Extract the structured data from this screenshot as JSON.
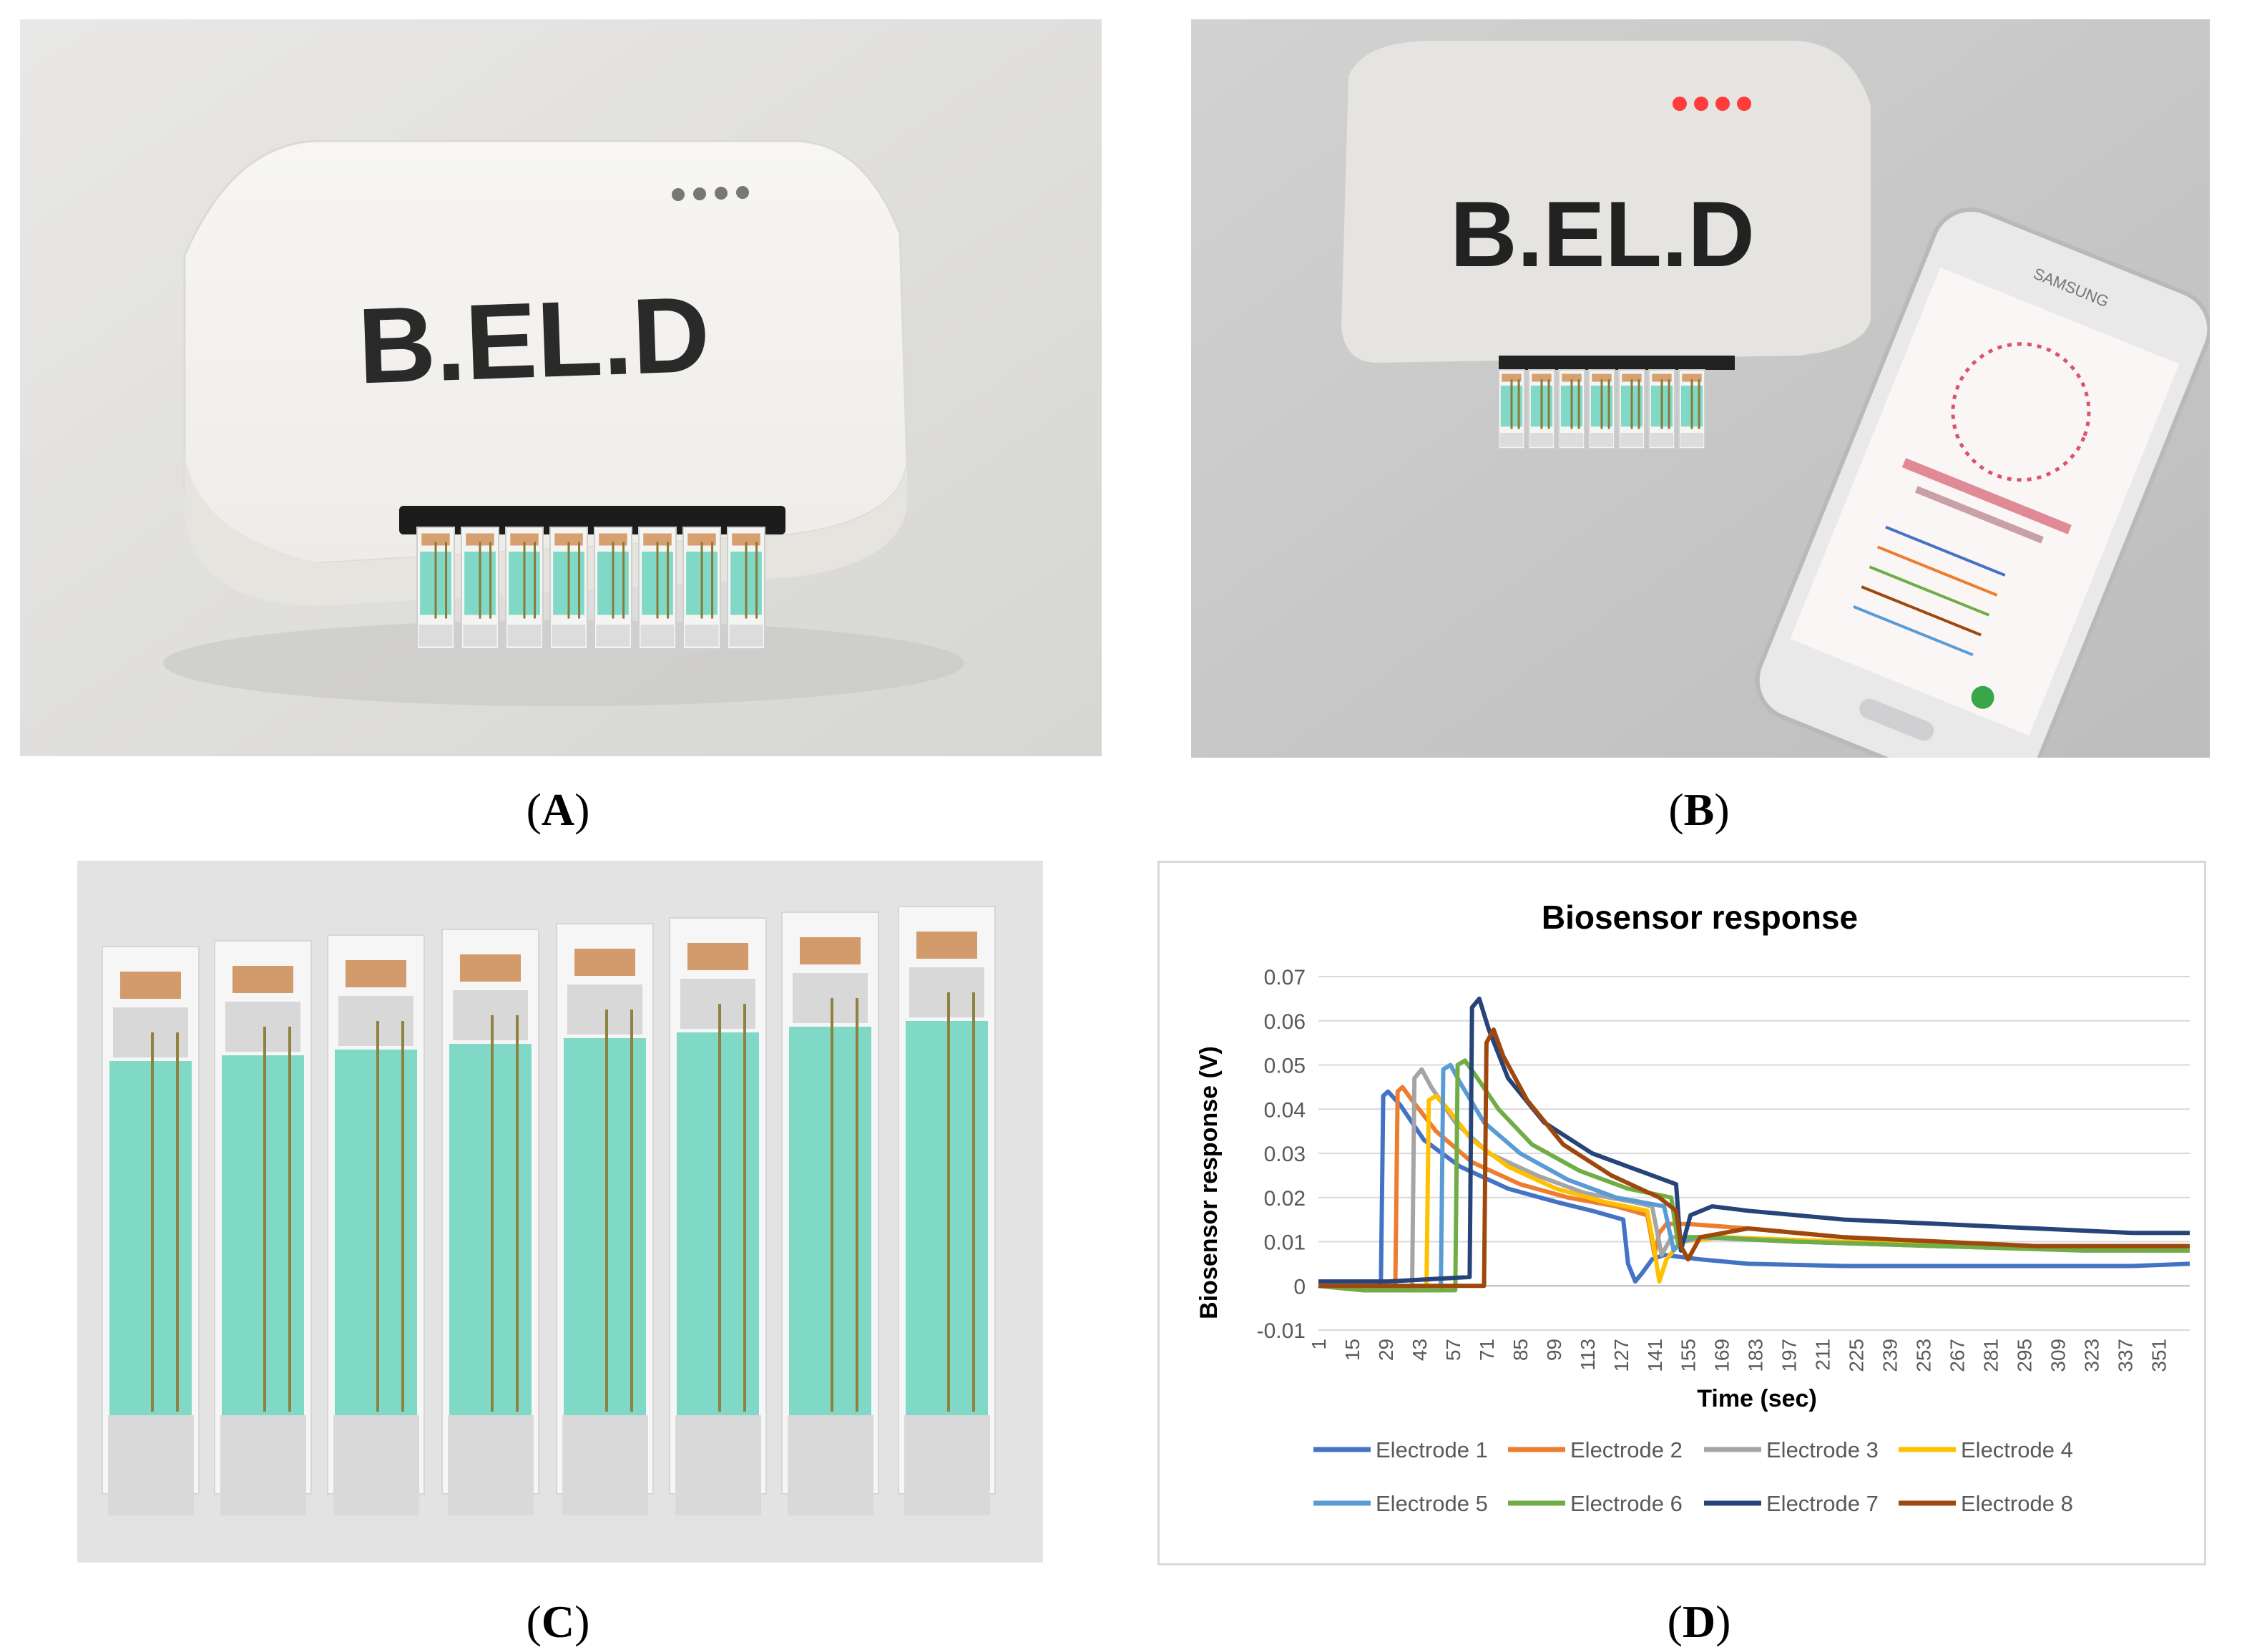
{
  "panels": {
    "a": {
      "label_open": "(",
      "label_letter": "A",
      "label_close": ")",
      "device_text": "B.EL.D"
    },
    "b": {
      "label_open": "(",
      "label_letter": "B",
      "label_close": ")",
      "device_text": "B.EL.D",
      "phone_brand": "SAMSUNG"
    },
    "c": {
      "label_open": "(",
      "label_letter": "C",
      "label_close": ")"
    },
    "d": {
      "label_open": "(",
      "label_letter": "D",
      "label_close": ")"
    }
  },
  "colors": {
    "electrode_1": "#4472c4",
    "electrode_2": "#ed7d31",
    "electrode_3": "#a5a5a5",
    "electrode_4": "#ffc000",
    "electrode_5": "#5b9bd5",
    "electrode_6": "#70ad47",
    "electrode_7": "#264478",
    "electrode_8": "#9e480e",
    "strip_teal": "#7fd9c6",
    "device_white": "#f0eeea"
  },
  "chart_data": {
    "type": "line",
    "title": "Biosensor response",
    "xlabel": "Time (sec)",
    "ylabel": "Biosensor response (V)",
    "ylim": [
      -0.01,
      0.07
    ],
    "yticks": [
      "0.07",
      "0.06",
      "0.05",
      "0.04",
      "0.03",
      "0.02",
      "0.01",
      "0",
      "-0.01"
    ],
    "xticks": [
      "1",
      "15",
      "29",
      "43",
      "57",
      "71",
      "85",
      "99",
      "113",
      "127",
      "141",
      "155",
      "169",
      "183",
      "197",
      "211",
      "225",
      "239",
      "253",
      "267",
      "281",
      "295",
      "309",
      "323",
      "337",
      "351"
    ],
    "xlim": [
      1,
      364
    ],
    "grid": true,
    "legend_position": "bottom",
    "series": [
      {
        "name": "Electrode 1",
        "color": "#4472c4",
        "x": [
          1,
          20,
          27,
          28,
          30,
          35,
          45,
          60,
          80,
          100,
          115,
          128,
          130,
          133,
          136,
          140,
          145,
          160,
          180,
          220,
          260,
          300,
          340,
          364
        ],
        "y": [
          0,
          -0.001,
          -0.001,
          0.043,
          0.044,
          0.041,
          0.033,
          0.027,
          0.022,
          0.019,
          0.017,
          0.015,
          0.005,
          0.001,
          0.003,
          0.006,
          0.007,
          0.006,
          0.005,
          0.0045,
          0.0045,
          0.0045,
          0.0045,
          0.005
        ]
      },
      {
        "name": "Electrode 2",
        "color": "#ed7d31",
        "x": [
          1,
          20,
          33,
          34,
          36,
          40,
          50,
          65,
          85,
          105,
          125,
          138,
          141,
          143,
          146,
          155,
          180,
          220,
          260,
          300,
          340,
          364
        ],
        "y": [
          0,
          -0.001,
          -0.001,
          0.044,
          0.045,
          0.042,
          0.035,
          0.028,
          0.023,
          0.02,
          0.018,
          0.016,
          0.007,
          0.012,
          0.014,
          0.014,
          0.013,
          0.011,
          0.01,
          0.009,
          0.009,
          0.009
        ]
      },
      {
        "name": "Electrode 3",
        "color": "#a5a5a5",
        "x": [
          1,
          20,
          40,
          41,
          44,
          48,
          58,
          72,
          92,
          112,
          132,
          140,
          144,
          148,
          160,
          200,
          260,
          320,
          364
        ],
        "y": [
          0,
          -0.001,
          -0.001,
          0.047,
          0.049,
          0.045,
          0.037,
          0.03,
          0.025,
          0.021,
          0.019,
          0.018,
          0.007,
          0.011,
          0.011,
          0.01,
          0.009,
          0.008,
          0.008
        ]
      },
      {
        "name": "Electrode 4",
        "color": "#ffc000",
        "x": [
          1,
          20,
          46,
          47,
          50,
          55,
          65,
          80,
          100,
          120,
          138,
          141,
          143,
          146,
          152,
          170,
          220,
          280,
          340,
          364
        ],
        "y": [
          0,
          -0.001,
          -0.001,
          0.042,
          0.043,
          0.04,
          0.033,
          0.027,
          0.022,
          0.019,
          0.017,
          0.008,
          0.001,
          0.006,
          0.01,
          0.011,
          0.01,
          0.009,
          0.009,
          0.009
        ]
      },
      {
        "name": "Electrode 5",
        "color": "#5b9bd5",
        "x": [
          1,
          20,
          52,
          53,
          56,
          60,
          70,
          85,
          105,
          125,
          145,
          149,
          152,
          160,
          200,
          260,
          320,
          364
        ],
        "y": [
          0,
          -0.001,
          -0.001,
          0.049,
          0.05,
          0.046,
          0.037,
          0.03,
          0.024,
          0.02,
          0.018,
          0.008,
          0.01,
          0.011,
          0.01,
          0.009,
          0.009,
          0.009
        ]
      },
      {
        "name": "Electrode 6",
        "color": "#70ad47",
        "x": [
          1,
          20,
          58,
          59,
          62,
          66,
          76,
          90,
          110,
          130,
          148,
          151,
          154,
          165,
          200,
          260,
          320,
          364
        ],
        "y": [
          0,
          -0.001,
          -0.001,
          0.05,
          0.051,
          0.048,
          0.04,
          0.032,
          0.026,
          0.022,
          0.02,
          0.009,
          0.011,
          0.011,
          0.01,
          0.009,
          0.008,
          0.008
        ]
      },
      {
        "name": "Electrode 7",
        "color": "#264478",
        "x": [
          1,
          30,
          64,
          65,
          68,
          72,
          80,
          95,
          115,
          135,
          150,
          152,
          156,
          165,
          180,
          220,
          260,
          300,
          340,
          364
        ],
        "y": [
          0.001,
          0.001,
          0.002,
          0.063,
          0.065,
          0.058,
          0.047,
          0.037,
          0.03,
          0.026,
          0.023,
          0.008,
          0.016,
          0.018,
          0.017,
          0.015,
          0.014,
          0.013,
          0.012,
          0.012
        ]
      },
      {
        "name": "Electrode 8",
        "color": "#9e480e",
        "x": [
          1,
          30,
          70,
          71,
          74,
          78,
          88,
          103,
          123,
          143,
          150,
          152,
          155,
          160,
          180,
          220,
          260,
          300,
          340,
          364
        ],
        "y": [
          0,
          0,
          0,
          0.055,
          0.058,
          0.052,
          0.042,
          0.032,
          0.025,
          0.02,
          0.017,
          0.009,
          0.006,
          0.011,
          0.013,
          0.011,
          0.01,
          0.009,
          0.009,
          0.009
        ]
      }
    ]
  }
}
